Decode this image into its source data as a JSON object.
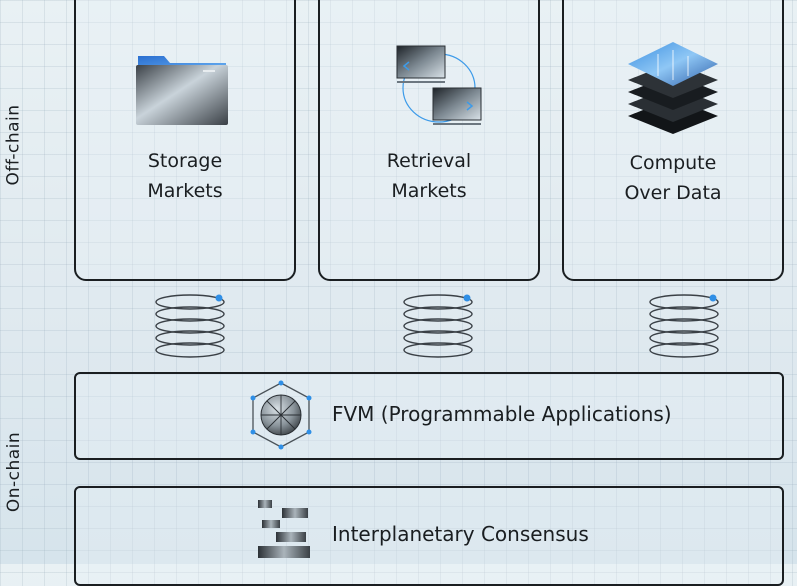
{
  "side_labels": {
    "off_chain": "Off-chain",
    "on_chain": "On-chain"
  },
  "cards": [
    {
      "title_line1": "Storage",
      "title_line2": "Markets",
      "icon": "folder-icon"
    },
    {
      "title_line1": "Retrieval",
      "title_line2": "Markets",
      "icon": "sync-screens-icon"
    },
    {
      "title_line1": "Compute",
      "title_line2": "Over Data",
      "icon": "layer-stack-icon"
    }
  ],
  "connector_icon": "coil-spring-icon",
  "fvm_bar": {
    "label": "FVM (Programmable Applications)",
    "icon": "hexagon-sphere-icon"
  },
  "consensus_bar": {
    "label": "Interplanetary Consensus",
    "icon": "stacked-blocks-icon"
  },
  "colors": {
    "outline": "#1a1e21",
    "accent_blue": "#2f8fe6",
    "background": "#e4eef3"
  }
}
